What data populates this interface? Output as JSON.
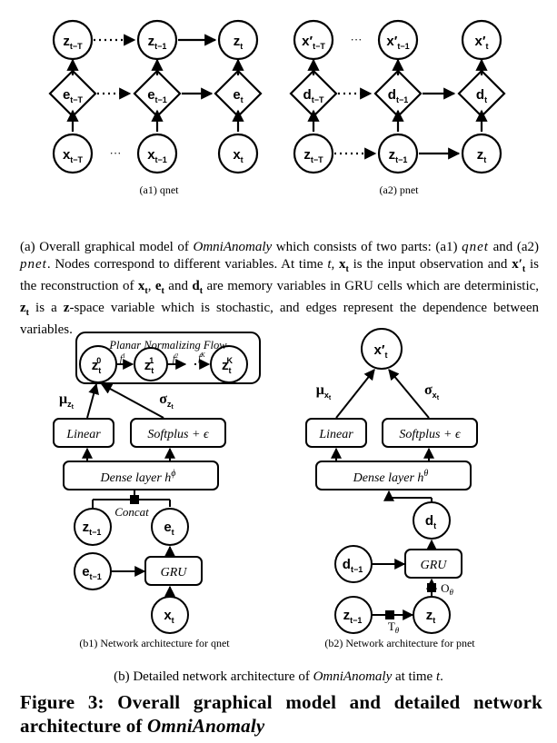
{
  "qnet_nodes": {
    "z_top": [
      "z",
      "t−T"
    ],
    "z_mid": [
      "z",
      "t−1"
    ],
    "z_end": [
      "z",
      "t"
    ],
    "e_top": [
      "e",
      "t−T"
    ],
    "e_mid": [
      "e",
      "t−1"
    ],
    "e_end": [
      "e",
      "t"
    ],
    "x_top": [
      "x",
      "t−T"
    ],
    "x_mid": [
      "x",
      "t−1"
    ],
    "x_end": [
      "x",
      "t"
    ]
  },
  "pnet_nodes": {
    "xp_top": [
      "x′",
      "t−T"
    ],
    "xp_mid": [
      "x′",
      "t−1"
    ],
    "xp_end": [
      "x′",
      "t"
    ],
    "d_top": [
      "d",
      "t−T"
    ],
    "d_mid": [
      "d",
      "t−1"
    ],
    "d_end": [
      "d",
      "t"
    ],
    "zz_top": [
      "z",
      "t−T"
    ],
    "zz_mid": [
      "z",
      "t−1"
    ],
    "zz_end": [
      "z",
      "t"
    ]
  },
  "ellipsis": "···",
  "caption_a1": "(a1) qnet",
  "caption_a2": "(a2) pnet",
  "para_a": {
    "p1": "(a)  Overall graphical model of ",
    "omni": "OmniAnomaly",
    "p2": " which consists of two parts: (a1) ",
    "qnet": "qnet",
    "p3": " and (a2) ",
    "pnet": "pnet",
    "p4": ". Nodes correspond to different variables. At time ",
    "t": "t",
    "p5": ", ",
    "xt": "x",
    "p6": " is the input observation and ",
    "xpt": "x′",
    "p7": " is the reconstruction of ",
    "p8": ", ",
    "et": "e",
    "p9": " and ",
    "dt": "d",
    "p10": " are memory variables in GRU cells which are deterministic, ",
    "zt": "z",
    "p11": " is a ",
    "zb": "z",
    "p12": "-space variable which is stochastic, and edges represent the dependence between variables.",
    "sub_t": "t"
  },
  "b1": {
    "flow_title": "Planar Normalizing Flow",
    "z0": [
      "z",
      "t",
      "0"
    ],
    "z1": [
      "z",
      "t",
      "1"
    ],
    "zK": [
      "z",
      "t",
      "K"
    ],
    "f1": "f",
    "f1s": "1",
    "f2": "f",
    "f2s": "2",
    "fK": "f",
    "fKs": "K",
    "mu": "μ",
    "mu_sub": "z",
    "mu_sub2": "t",
    "sigma": "σ",
    "sigma_sub": "z",
    "sigma_sub2": "t",
    "linear": "Linear",
    "softplus": "Softplus + ϵ",
    "dense": "Dense layer h",
    "dense_sup": "ϕ",
    "concat": "Concat",
    "z_prev": [
      "z",
      "t−1"
    ],
    "e_t": [
      "e",
      "t"
    ],
    "e_prev": [
      "e",
      "t−1"
    ],
    "gru": "GRU",
    "x_t": [
      "x",
      "t"
    ]
  },
  "b2": {
    "xp_t": [
      "x′",
      "t"
    ],
    "mu": "μ",
    "mu_sub": "x",
    "mu_sub2": "t",
    "sigma": "σ",
    "sigma_sub": "x",
    "sigma_sub2": "t",
    "linear": "Linear",
    "softplus": "Softplus + ϵ",
    "dense": "Dense layer h",
    "dense_sup": "θ",
    "d_t": [
      "d",
      "t"
    ],
    "d_prev": [
      "d",
      "t−1"
    ],
    "gru": "GRU",
    "o": "O",
    "o_sub": "θ",
    "t_lbl": "T",
    "t_sub": "θ",
    "z_prev": [
      "z",
      "t−1"
    ],
    "z_t": [
      "z",
      "t"
    ]
  },
  "caption_b1": "(b1) Network architecture  for qnet",
  "caption_b2": "(b2) Network architecture  for pnet",
  "caption_b": {
    "p1": "(b)  Detailed network architecture of ",
    "omni": "OmniAnomaly",
    "p2": " at time ",
    "t": "t",
    "p3": "."
  },
  "figure": {
    "p1": "Figure 3: Overall graphical model and detailed network architecture of ",
    "omni": "OmniAnomaly"
  }
}
